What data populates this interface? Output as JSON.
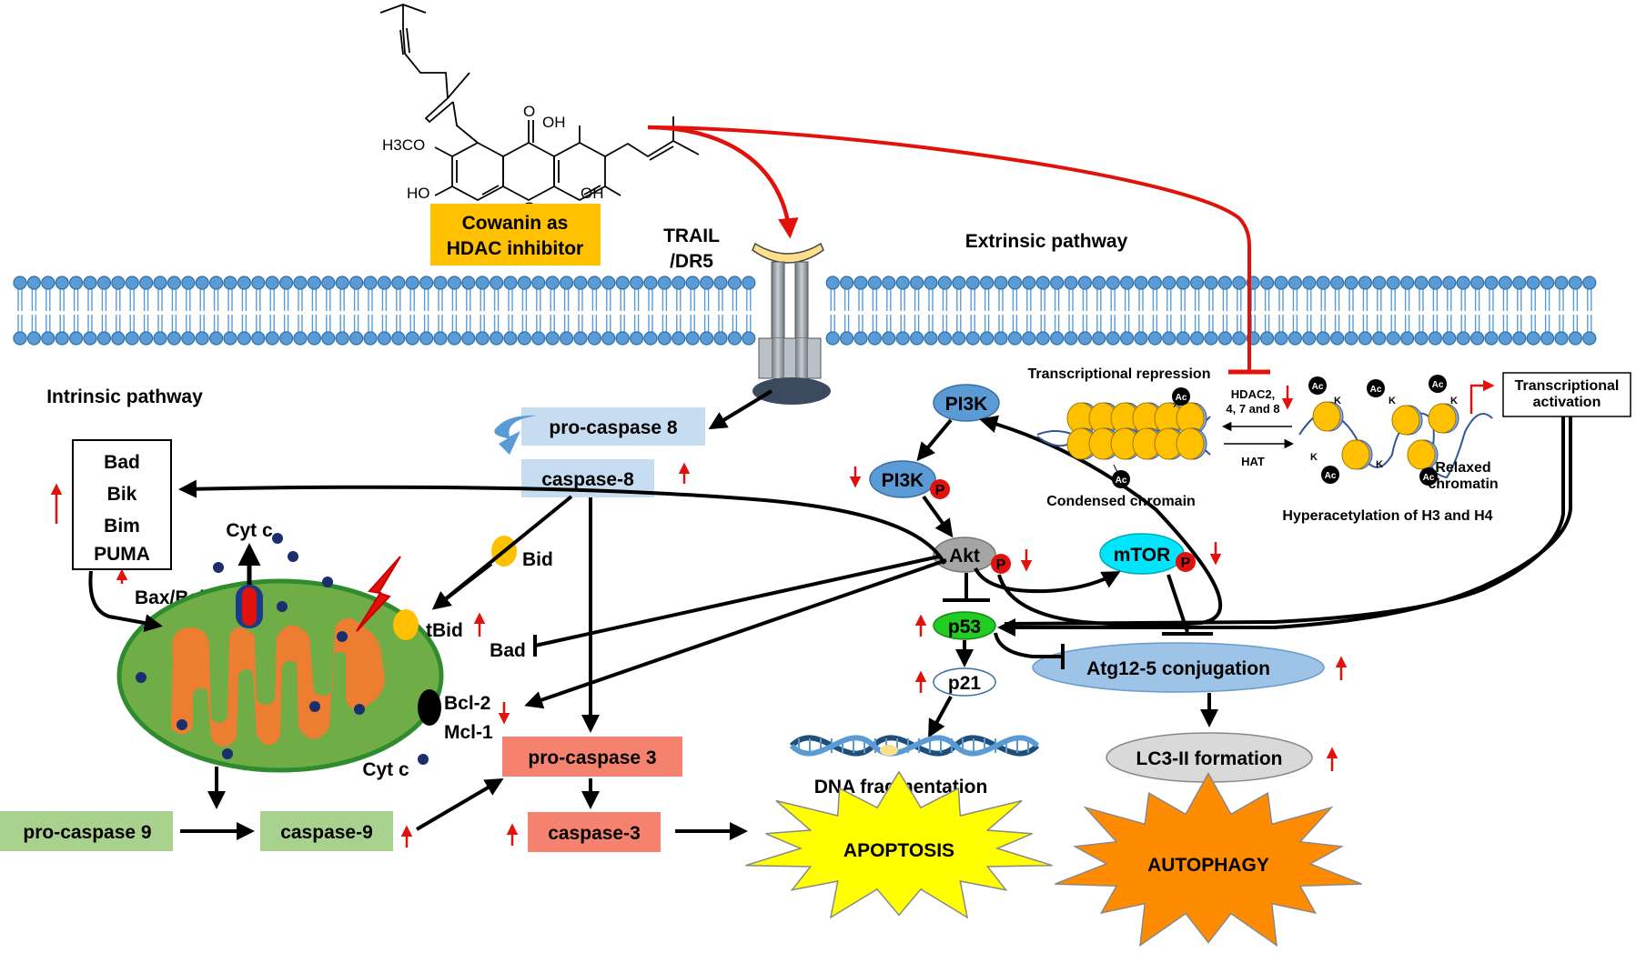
{
  "compound": {
    "label_line1": "Cowanin as",
    "label_line2": "HDAC inhibitor",
    "chem": {
      "oh_top": "OH",
      "o_keto": "O",
      "h3co": "H3CO",
      "ho_left": "HO",
      "o_ring": "O",
      "oh_right": "OH"
    }
  },
  "receptor": {
    "line1": "TRAIL",
    "line2": "/DR5"
  },
  "pathways": {
    "extrinsic": "Extrinsic pathway",
    "intrinsic": "Intrinsic pathway"
  },
  "proteins": {
    "bh3_list": [
      "Bad",
      "Bik",
      "Bim",
      "PUMA"
    ],
    "bax_bak": "Bax/Bak",
    "cyt_c_top": "Cyt c",
    "cyt_c_bottom": "Cyt c",
    "tbid": "tBid",
    "bid": "Bid",
    "bad": "Bad",
    "bcl2": "Bcl-2",
    "mcl1": "Mcl-1",
    "pro_caspase_8": "pro-caspase 8",
    "caspase_8": "caspase-8",
    "pro_caspase_3": "pro-caspase 3",
    "caspase_3": "caspase-3",
    "pro_caspase_9": "pro-caspase 9",
    "caspase_9": "caspase-9",
    "pi3k": "PI3K",
    "pi3k_p": "PI3K",
    "akt": "Akt",
    "mtor": "mTOR",
    "p53": "p53",
    "p21": "p21",
    "phospho": "P",
    "atg": "Atg12-5 conjugation",
    "lc3": "LC3-II formation"
  },
  "chromatin": {
    "repression": "Transcriptional repression",
    "activation_line1": "Transcriptional",
    "activation_line2": "activation",
    "condensed": "Condensed chromain",
    "relaxed_line1": "Relaxed",
    "relaxed_line2": "chromatin",
    "hyper": "Hyperacetylation of H3 and H4",
    "hdac_line1": "HDAC2,",
    "hdac_line2": "4, 7 and 8",
    "hat": "HAT",
    "ac": "Ac",
    "k": "K"
  },
  "outcomes": {
    "dna": "DNA fragmentation",
    "apoptosis": "APOPTOSIS",
    "autophagy": "AUTOPHAGY"
  },
  "colors": {
    "membrane_head": "#5b9bd5",
    "receptor_gray": "#9aa3ab",
    "receptor_dark": "#3b4a5e",
    "ligand": "#ffe08a",
    "caspase8_box": "#c6dcf0",
    "caspase3_box": "#f4826e",
    "caspase9_box": "#a9d18e",
    "compound_box": "#ffc000",
    "mito_outer": "#70ad47",
    "mito_inner": "#ed7d31",
    "pi3k": "#5b9bd5",
    "akt": "#a5a5a5",
    "mtor": "#00e5ff",
    "p53": "#22cc22",
    "atg": "#9dc3e6",
    "lc3": "#d9d9d9",
    "apoptosis_star": "#ffff00",
    "autophagy_star": "#ff8c00",
    "nucleosome": "#ffc000",
    "inhibit_red": "#e0120b",
    "phospho": "#e0120b"
  }
}
